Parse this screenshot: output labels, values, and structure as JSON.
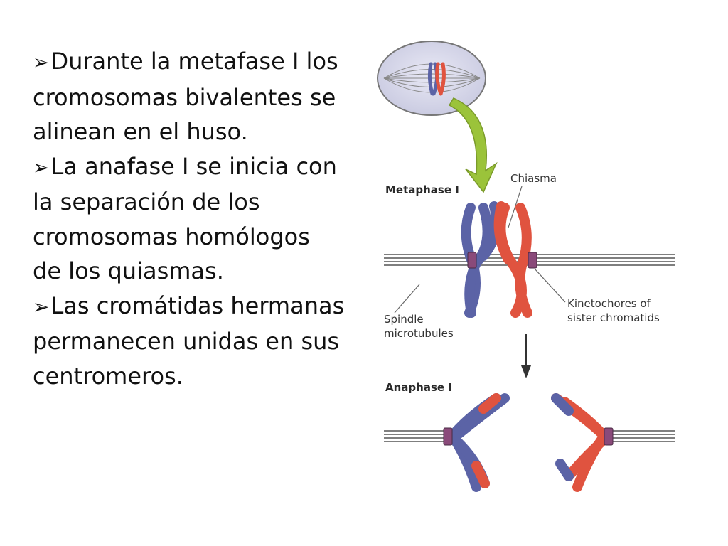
{
  "bullets": [
    {
      "marker": "➢",
      "text": "Durante la metafase I los cromosomas bivalentes se alinean en el huso."
    },
    {
      "marker": "➢",
      "text": "La anafase I se inicia con la separación de los cromosomas homólogos de los quiasmas."
    },
    {
      "marker": "➢",
      "text": "Las cromátidas hermanas permanecen unidas en sus centromeros."
    }
  ],
  "figure": {
    "stage_metaphase": "Metaphase I",
    "stage_anaphase": "Anaphase I",
    "label_chiasma": "Chiasma",
    "label_spindle_1": "Spindle",
    "label_spindle_2": "microtubules",
    "label_kinetochores_1": "Kinetochores of",
    "label_kinetochores_2": "sister chromatids"
  },
  "colors": {
    "chromosome_blue": "#5b63a6",
    "chromosome_red": "#e0533f",
    "kinetochore": "#8a4a7a",
    "cell": "#d7d8ec",
    "arrow_green": "#9bc33a"
  }
}
